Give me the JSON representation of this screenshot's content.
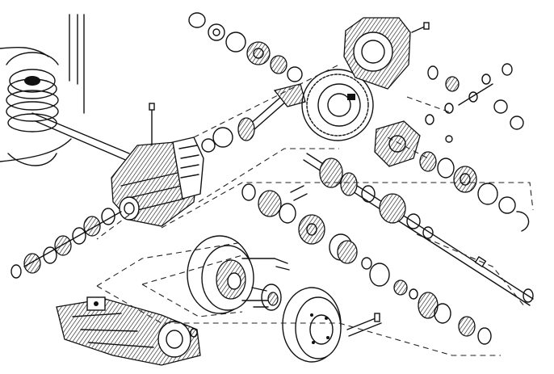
{
  "figure": {
    "theme_colors": {
      "ink": "#111111",
      "paper": "#ffffff"
    },
    "components": [
      "chassis-frame",
      "rear-spring-strut",
      "differential-housing",
      "differential-cover",
      "ring-gear",
      "differential-carrier",
      "pinion-shaft",
      "upper-bearing-stack",
      "right-bearing-stack",
      "drive-shaft",
      "cv-joint-inner",
      "cv-joint-outer",
      "brake-disc-left",
      "brake-disc-right",
      "wheel-hub",
      "lower-suspension-arm",
      "left-axle-bearing-stack",
      "small-satellite-gears"
    ]
  }
}
